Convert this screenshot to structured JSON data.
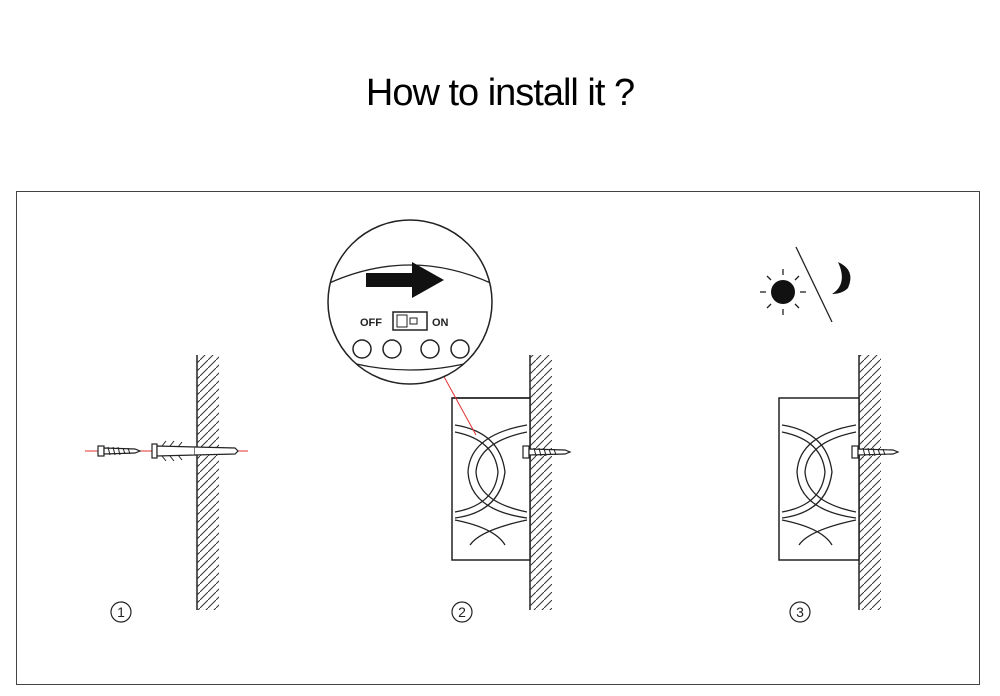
{
  "title": "How to install it ?",
  "steps": [
    {
      "number": "1"
    },
    {
      "number": "2"
    },
    {
      "number": "3"
    }
  ],
  "switch": {
    "off_label": "OFF",
    "on_label": "ON"
  },
  "icons": [
    "sun-icon",
    "moon-icon",
    "arrow-right-icon",
    "screw-icon",
    "wall-anchor-icon"
  ],
  "colors": {
    "ink": "#222222",
    "guide_line": "#e03030",
    "background": "#ffffff"
  }
}
